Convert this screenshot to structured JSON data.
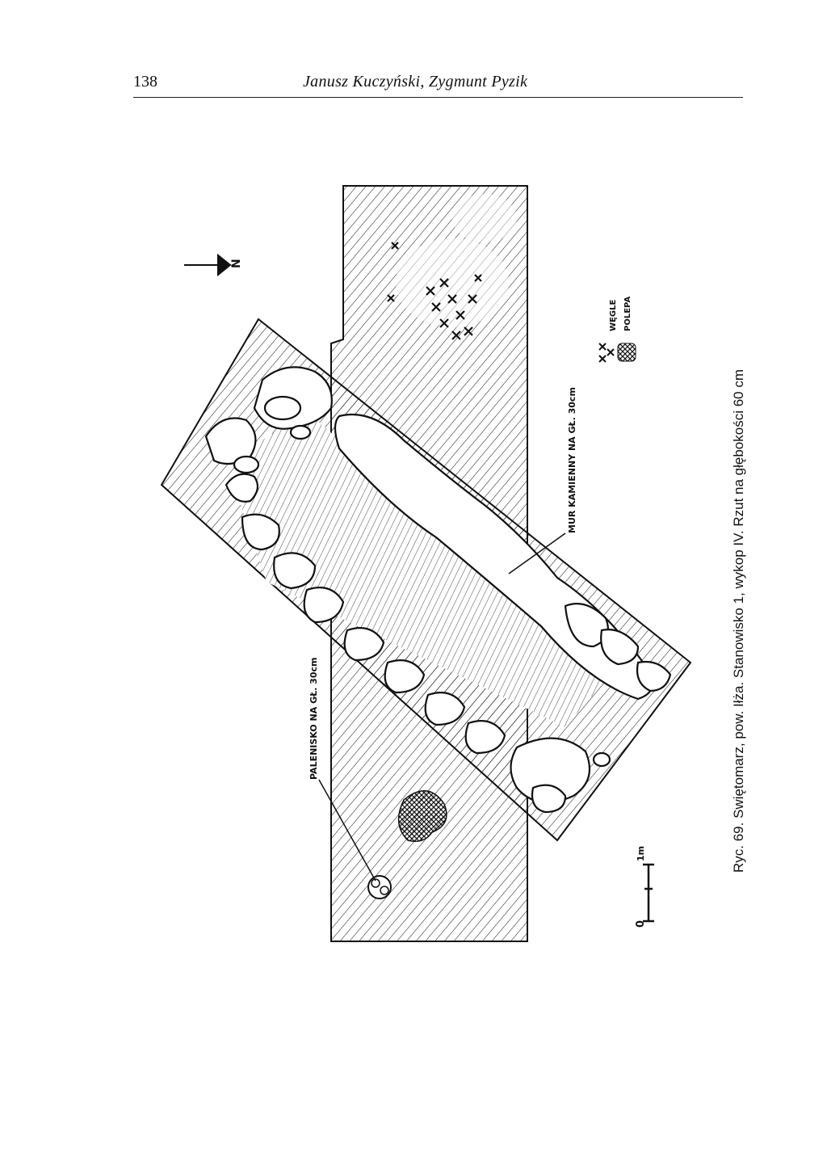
{
  "header": {
    "page_number": "138",
    "running_head": "Janusz Kuczyński, Zygmunt Pyzik"
  },
  "figure": {
    "caption": "Ryc. 69. Swiętomarz, pow. Iłża. Stanowisko 1, wykop IV. Rzut na głębokości 60 cm",
    "labels": {
      "wall": "MUR KAMIENNY NA GŁ. 30cm",
      "hearth": "PALENISKO NA GŁ. 30cm",
      "north": "N",
      "scale_zero": "0",
      "scale_end": "1m"
    },
    "legend": [
      {
        "symbol": "xx",
        "label": "WĘGLE"
      },
      {
        "symbol": "crosshatch",
        "label": "POLEPA"
      }
    ]
  }
}
